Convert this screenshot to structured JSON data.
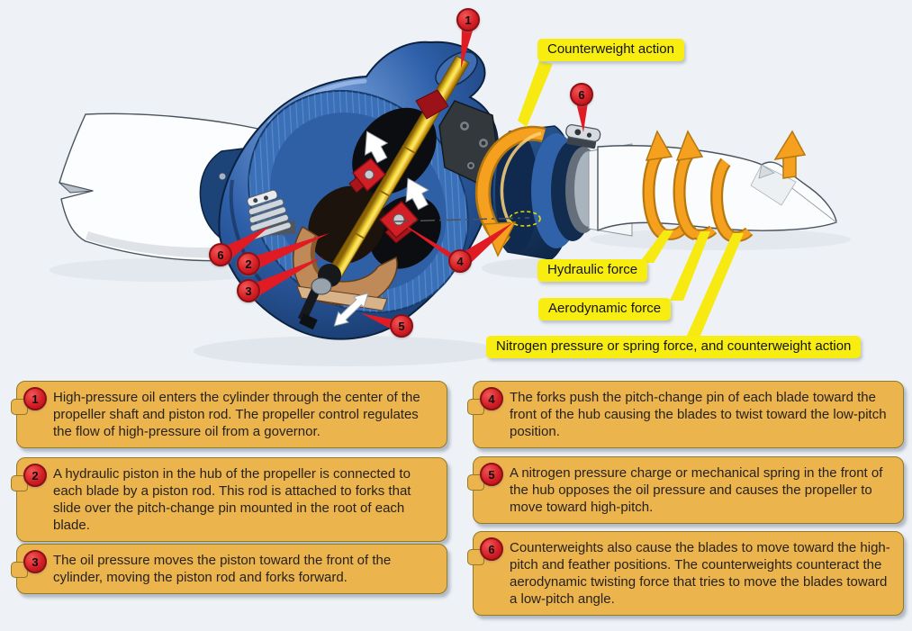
{
  "background": "#eef1f5",
  "colors": {
    "label_yellow": "#f8ed10",
    "note_fill": "#ecb44c",
    "note_border": "#8f7b2a",
    "callout_red": "#d51f26",
    "hub_blue": "#2e5fa9",
    "rod_gold": "#f2c215",
    "arrow_orange": "#f5a11f",
    "piston_tan": "#c08a58"
  },
  "diagram": {
    "labels": [
      {
        "id": "counterweight-action",
        "text": "Counterweight action"
      },
      {
        "id": "hydraulic-force",
        "text": "Hydraulic force"
      },
      {
        "id": "aerodynamic-force",
        "text": "Aerodynamic force"
      },
      {
        "id": "nitrogen-spring",
        "text": "Nitrogen pressure or spring force, and counterweight action"
      }
    ],
    "callouts": [
      {
        "num": "1"
      },
      {
        "num": "2"
      },
      {
        "num": "3"
      },
      {
        "num": "4"
      },
      {
        "num": "5"
      },
      {
        "num": "6"
      },
      {
        "num": "6"
      }
    ]
  },
  "notes": [
    {
      "num": "1",
      "text": "High-pressure oil enters the cylinder through the center of the propeller shaft and piston rod. The propeller control regulates the flow of high-pressure oil from a governor."
    },
    {
      "num": "2",
      "text": "A hydraulic piston in the hub of the propeller is connected to each blade by a piston rod. This rod is attached to forks that slide over the pitch-change pin mounted in the root of each blade."
    },
    {
      "num": "3",
      "text": "The oil pressure moves the piston toward the front of the cylinder, moving the piston rod and forks forward."
    },
    {
      "num": "4",
      "text": "The forks push the pitch-change pin of each blade toward the front of the hub causing the blades to twist toward the low-pitch position."
    },
    {
      "num": "5",
      "text": "A nitrogen pressure charge or mechanical spring in the front of the hub opposes the oil pressure and causes the propeller to move toward high-pitch."
    },
    {
      "num": "6",
      "text": "Counterweights also cause the blades to move toward the high-pitch and feather positions. The counterweights counteract the aerodynamic twisting force that tries to move the blades toward a low-pitch angle."
    }
  ]
}
